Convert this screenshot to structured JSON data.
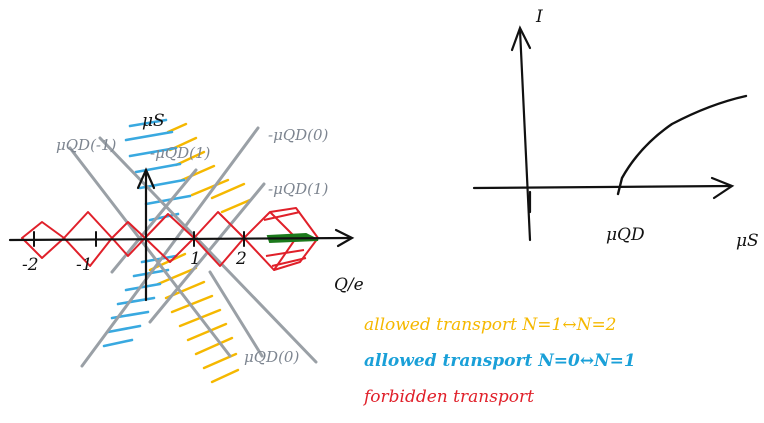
{
  "left_diagram": {
    "axis_y_label": "μS",
    "axis_x_label": "Q/e",
    "x_ticks": [
      "-2",
      "-1",
      "1",
      "2"
    ],
    "line_labels": {
      "top_left": "μQD(-1)",
      "top_mid": "-μQD(1)",
      "top_right1": "-μQD(0)",
      "top_right2": "-μQD(1)",
      "bottom": "μQD(0)"
    }
  },
  "right_diagram": {
    "y_label": "I",
    "x_label": "μS",
    "threshold_label": "μQD"
  },
  "legend": [
    {
      "text": "allowed transport  N=1↔N=2",
      "color": "#f5b800"
    },
    {
      "text": "allowed transport  N=0↔N=1",
      "color": "#1aa0d8"
    },
    {
      "text": "forbidden transport",
      "color": "#e0202a"
    }
  ],
  "colors": {
    "gray_line": "#9aa0a6",
    "blue_hatch": "#39a9e0",
    "yellow_hatch": "#f5b800",
    "red_diamond": "#e0202a",
    "green_fill": "#1c7a1c",
    "ink": "#111111"
  }
}
